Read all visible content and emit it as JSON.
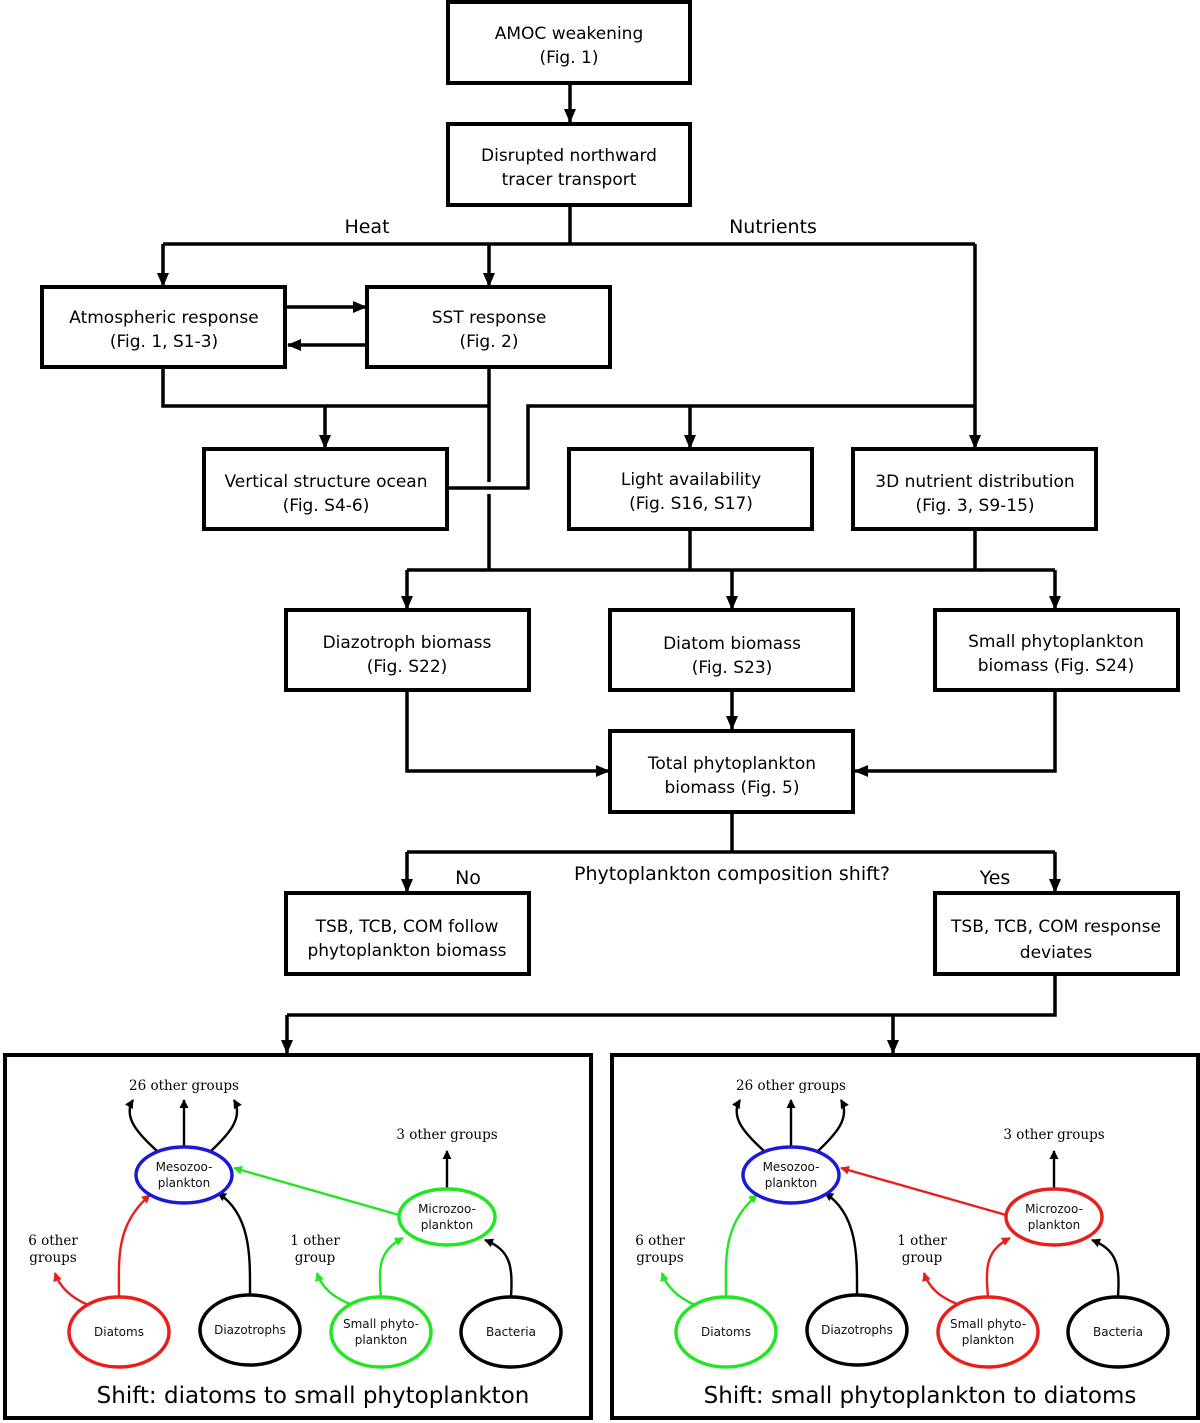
{
  "colors": {
    "line": "#000000",
    "mesozooplankton": "#1a1ad6",
    "decrease": "#e8201c",
    "increase": "#22e622",
    "neutral": "#000000"
  },
  "flowchart": {
    "amoc": {
      "line1": "AMOC weakening",
      "line2": "(Fig. 1)"
    },
    "disrupted": {
      "line1": "Disrupted northward",
      "line2": "tracer transport"
    },
    "heat_label": "Heat",
    "nutrients_label": "Nutrients",
    "atmospheric": {
      "line1": "Atmospheric response",
      "line2": "(Fig. 1, S1-3)"
    },
    "sst": {
      "line1": "SST response",
      "line2": "(Fig. 2)"
    },
    "vertical": {
      "line1": "Vertical structure ocean",
      "line2": "(Fig. S4-6)"
    },
    "light": {
      "line1": "Light availability",
      "line2": "(Fig. S16, S17)"
    },
    "nutrient3d": {
      "line1": "3D nutrient distribution",
      "line2": "(Fig. 3, S9-15)"
    },
    "diazotroph": {
      "line1": "Diazotroph biomass",
      "line2": "(Fig. S22)"
    },
    "diatom": {
      "line1": "Diatom biomass",
      "line2": "(Fig. S23)"
    },
    "smallphyto": {
      "line1": "Small phytoplankton",
      "line2": "biomass (Fig. S24)"
    },
    "total": {
      "line1": "Total phytoplankton",
      "line2": "biomass (Fig. 5)"
    },
    "question": "Phytoplankton composition shift?",
    "no_label": "No",
    "yes_label": "Yes",
    "follow": {
      "line1": "TSB, TCB, COM follow",
      "line2": "phytoplankton biomass"
    },
    "deviates": {
      "line1": "TSB, TCB, COM response",
      "line2": "deviates"
    }
  },
  "panels": [
    {
      "title": "Shift: diatoms to small phytoplankton",
      "labels": {
        "mesozoo_out": "26 other groups",
        "microzoo_out": "3 other groups",
        "diatoms_out_1": "6 other",
        "diatoms_out_2": "groups",
        "smallphyto_out_1": "1 other",
        "smallphyto_out_2": "group"
      },
      "nodes": {
        "mesozoo": {
          "line1": "Mesozoo-",
          "line2": "plankton",
          "status": "mesozooplankton"
        },
        "microzoo": {
          "line1": "Microzoo-",
          "line2": "plankton",
          "status": "increase"
        },
        "diatoms": {
          "line1": "Diatoms",
          "status": "decrease"
        },
        "diazotrophs": {
          "line1": "Diazotrophs",
          "status": "neutral"
        },
        "smallphyto": {
          "line1": "Small phyto-",
          "line2": "plankton",
          "status": "increase"
        },
        "bacteria": {
          "line1": "Bacteria",
          "status": "neutral"
        }
      }
    },
    {
      "title": "Shift: small phytoplankton to diatoms",
      "labels": {
        "mesozoo_out": "26 other groups",
        "microzoo_out": "3 other groups",
        "diatoms_out_1": "6 other",
        "diatoms_out_2": "groups",
        "smallphyto_out_1": "1 other",
        "smallphyto_out_2": "group"
      },
      "nodes": {
        "mesozoo": {
          "line1": "Mesozoo-",
          "line2": "plankton",
          "status": "mesozooplankton"
        },
        "microzoo": {
          "line1": "Microzoo-",
          "line2": "plankton",
          "status": "decrease"
        },
        "diatoms": {
          "line1": "Diatoms",
          "status": "increase"
        },
        "diazotrophs": {
          "line1": "Diazotrophs",
          "status": "neutral"
        },
        "smallphyto": {
          "line1": "Small phyto-",
          "line2": "plankton",
          "status": "decrease"
        },
        "bacteria": {
          "line1": "Bacteria",
          "status": "neutral"
        }
      }
    }
  ]
}
